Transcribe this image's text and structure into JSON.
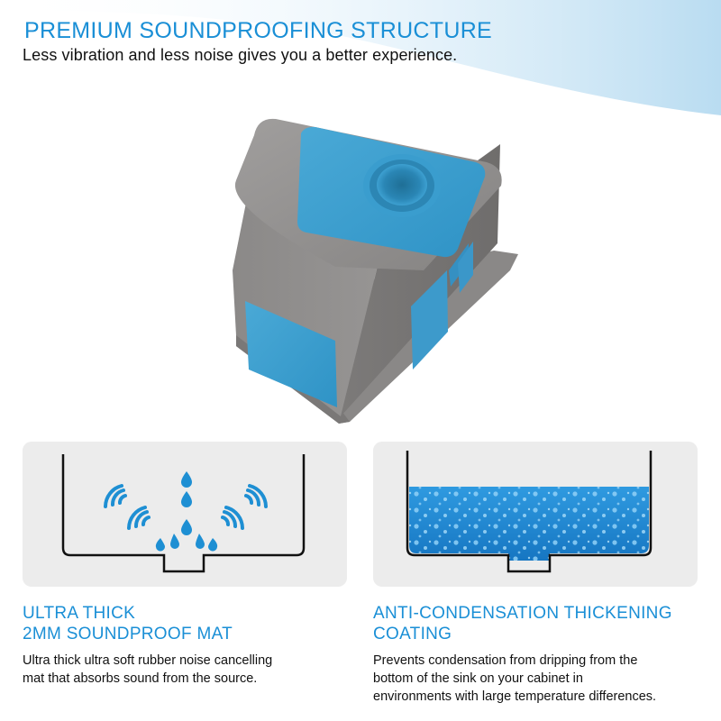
{
  "header": {
    "title": "PREMIUM SOUNDPROOFING STRUCTURE",
    "subtitle": "Less vibration and less noise gives you a better experience."
  },
  "features": [
    {
      "heading_lines": [
        "ULTRA THICK",
        "2MM SOUNDPROOF MAT"
      ],
      "body_lines": [
        "Ultra thick ultra soft rubber noise cancelling",
        "mat that absorbs sound from the source."
      ]
    },
    {
      "heading_lines": [
        "ANTI-CONDENSATION THICKENING",
        "COATING"
      ],
      "body_lines": [
        "Prevents condensation from dripping from the",
        "bottom of the sink on your cabinet in",
        "environments with large temperature differences."
      ]
    }
  ],
  "colors": {
    "accent_blue": "#1a8fd6",
    "mat_blue": "#3a9fd0",
    "sink_gray": "#8f8d8c",
    "panel_bg": "#ececec"
  },
  "icons": {
    "sound_waves": "sound-wave-icon",
    "water_drops": "water-drop-icon"
  }
}
